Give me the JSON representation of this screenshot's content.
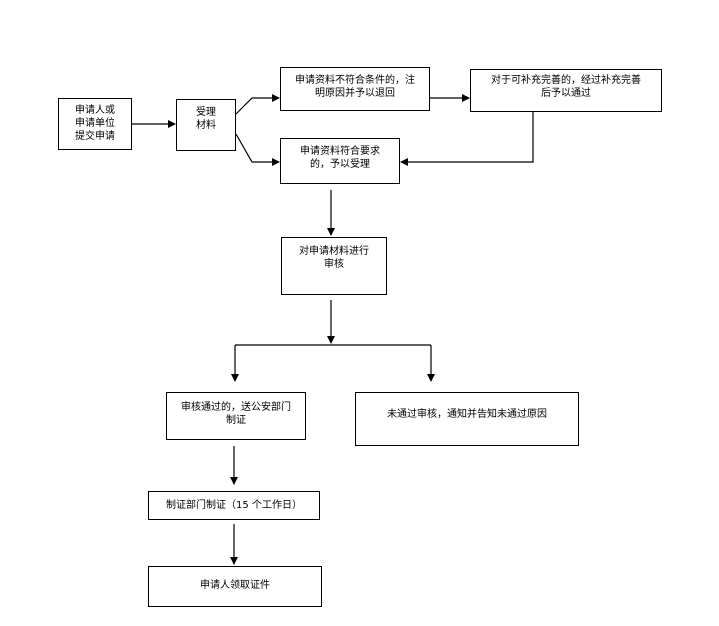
{
  "nodes": {
    "apply": {
      "lines": [
        "申请人或",
        "申请单位",
        "提交申请"
      ]
    },
    "accept": {
      "lines": [
        "受理",
        "材料"
      ]
    },
    "reject": {
      "lines": [
        "申请资料不符合条件的，注",
        "明原因并予以退回"
      ]
    },
    "supplement": {
      "lines": [
        "对于可补充完善的，经过补充完善",
        "后予以通过"
      ]
    },
    "qualified": {
      "lines": [
        "申请资料符合要求",
        "的，予以受理"
      ]
    },
    "review": {
      "lines": [
        "对申请材料进行",
        "审核"
      ]
    },
    "pass": {
      "lines": [
        "审核通过的，送公安部门",
        "制证"
      ]
    },
    "fail": {
      "lines": [
        "未通过审核，通知并告知未通过原因"
      ]
    },
    "make": {
      "lines": [
        "制证部门制证（15 个工作日）"
      ]
    },
    "collect": {
      "lines": [
        "申请人领取证件"
      ]
    }
  }
}
